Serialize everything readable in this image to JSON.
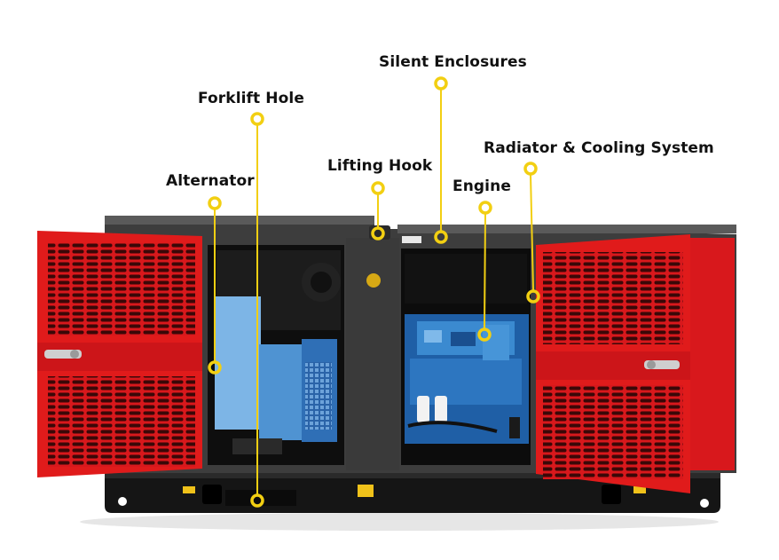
{
  "diagram": {
    "colors": {
      "enclosure": "#e01b1b",
      "frame": "#4a4a4a",
      "engine": "#2f7fc0",
      "callout": "#f2cf12"
    },
    "callouts": [
      {
        "id": "silent-enclosures",
        "label": "Silent Enclosures"
      },
      {
        "id": "forklift-hole",
        "label": "Forklift Hole"
      },
      {
        "id": "radiator-cooling-system",
        "label": "Radiator & Cooling System"
      },
      {
        "id": "lifting-hook",
        "label": "Lifting Hook"
      },
      {
        "id": "engine",
        "label": "Engine"
      },
      {
        "id": "alternator",
        "label": "Alternator"
      }
    ]
  }
}
